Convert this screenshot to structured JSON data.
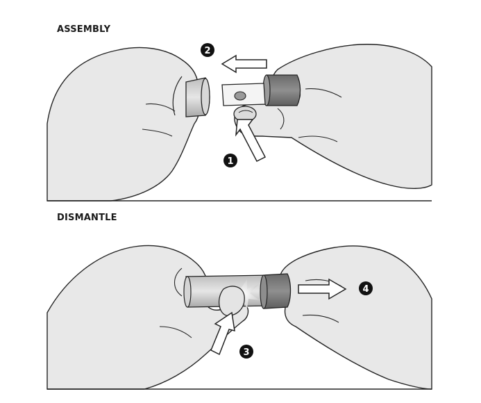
{
  "sections": {
    "assembly": {
      "title": "ASSEMBLY"
    },
    "dismantle": {
      "title": "DISMANTLE"
    }
  },
  "steps": [
    {
      "number": "1"
    },
    {
      "number": "2"
    },
    {
      "number": "3"
    },
    {
      "number": "4"
    }
  ],
  "colors": {
    "skin": "#e8e8e8",
    "outline": "#222222",
    "grip": "#7a7a7a",
    "metal_tube": "#c8c8c8",
    "background": "#ffffff"
  }
}
